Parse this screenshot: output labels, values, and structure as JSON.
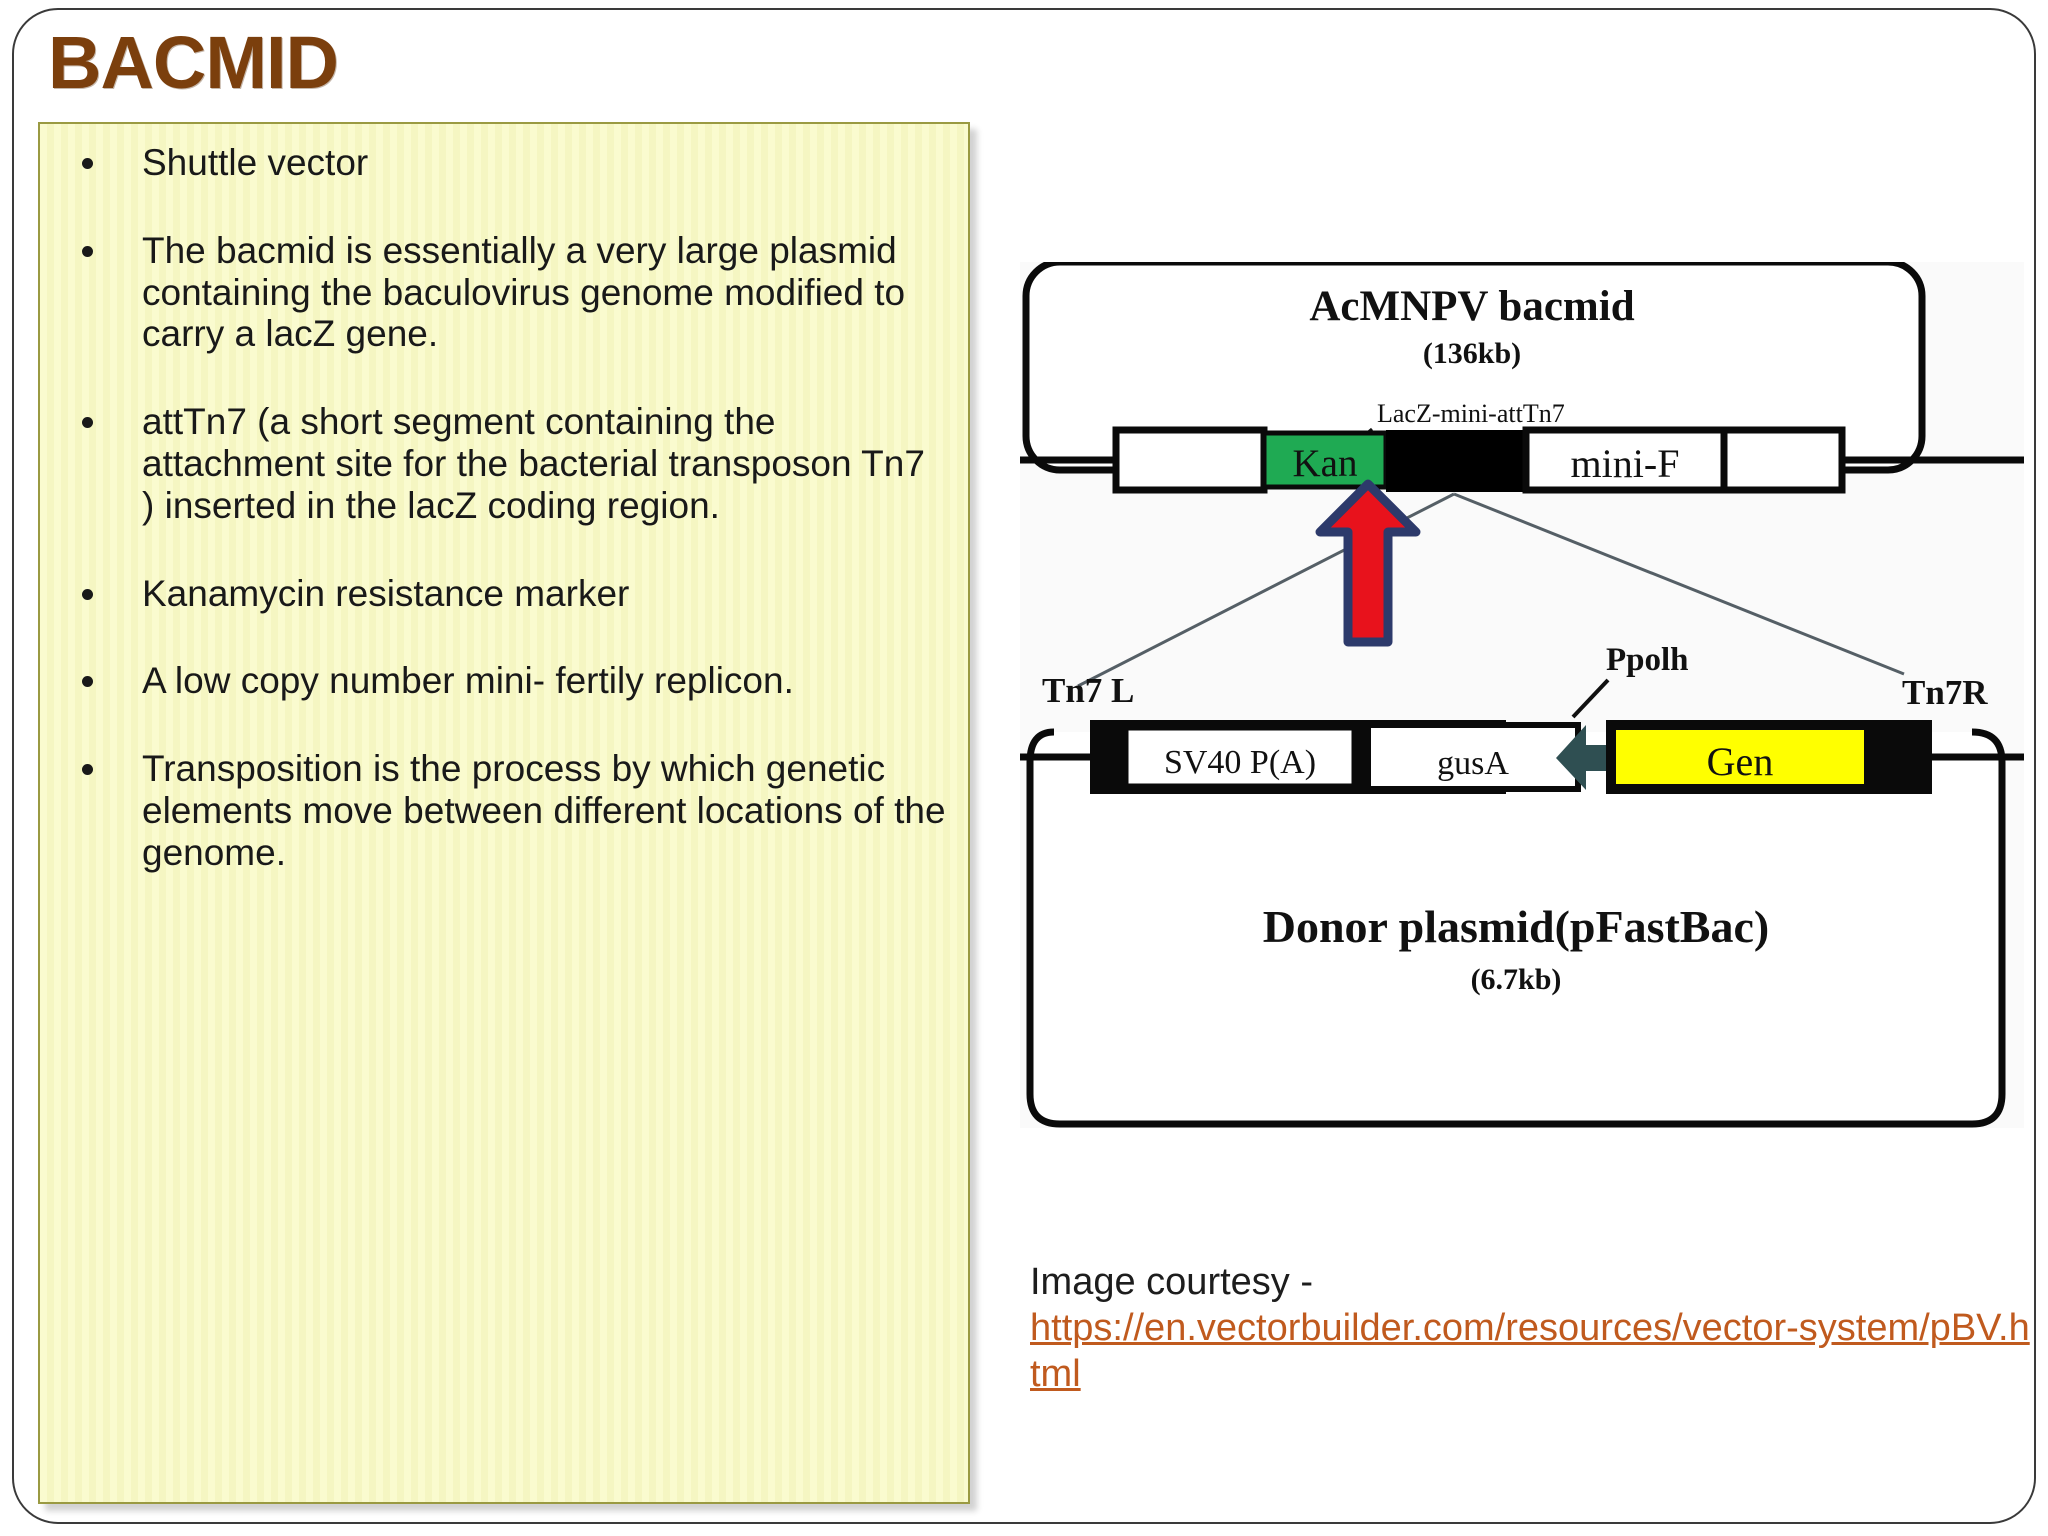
{
  "slide": {
    "title": "BACMID",
    "title_color": "#7B3F0D",
    "border_color": "#3a3a3a"
  },
  "notes": {
    "background_color": "#f8f9c8",
    "border_color": "#9a9a42",
    "bullets": [
      "Shuttle vector",
      "The bacmid is essentially a very large plasmid containing the baculovirus genome modified to carry a lacZ gene.",
      "attTn7  (a short segment containing the attachment site for the bacterial transposon Tn7 ) inserted in the lacZ coding region.",
      "Kanamycin resistance marker",
      "A low copy number mini- fertily replicon.",
      "Transposition is the process by which genetic elements move between different locations of the genome."
    ]
  },
  "figure": {
    "bacmid": {
      "title": "AcMNPV bacmid",
      "size": "(136kb)",
      "callout_label": "LacZ-mini-attTn7",
      "segments": [
        {
          "label": "",
          "fill": "#ffffff"
        },
        {
          "label": "Kan",
          "fill": "#1faa53"
        },
        {
          "label": "",
          "fill": "#000000"
        },
        {
          "label": "mini-F",
          "fill": "#ffffff"
        },
        {
          "label": "",
          "fill": "#ffffff"
        }
      ]
    },
    "arrow": {
      "name": "transposition-arrow",
      "body_color": "#e8121c",
      "outline_color": "#2d3a6b"
    },
    "donor": {
      "title": "Donor plasmid(pFastBac)",
      "size": "(6.7kb)",
      "left_label": "Tn7 L",
      "right_label": "Tn7R",
      "promoter_label": "Ppolh",
      "segments": [
        {
          "label": "SV40 P(A)",
          "fill": "#ffffff"
        },
        {
          "label": "gusA",
          "fill": "#ffffff"
        },
        {
          "label": "Gen",
          "fill": "#ffff00"
        }
      ]
    }
  },
  "courtesy": {
    "prefix": "Image courtesy -",
    "url": "https://en.vectorbuilder.com/resources/vector-system/pBV.html",
    "link_color": "#C05A1E"
  }
}
